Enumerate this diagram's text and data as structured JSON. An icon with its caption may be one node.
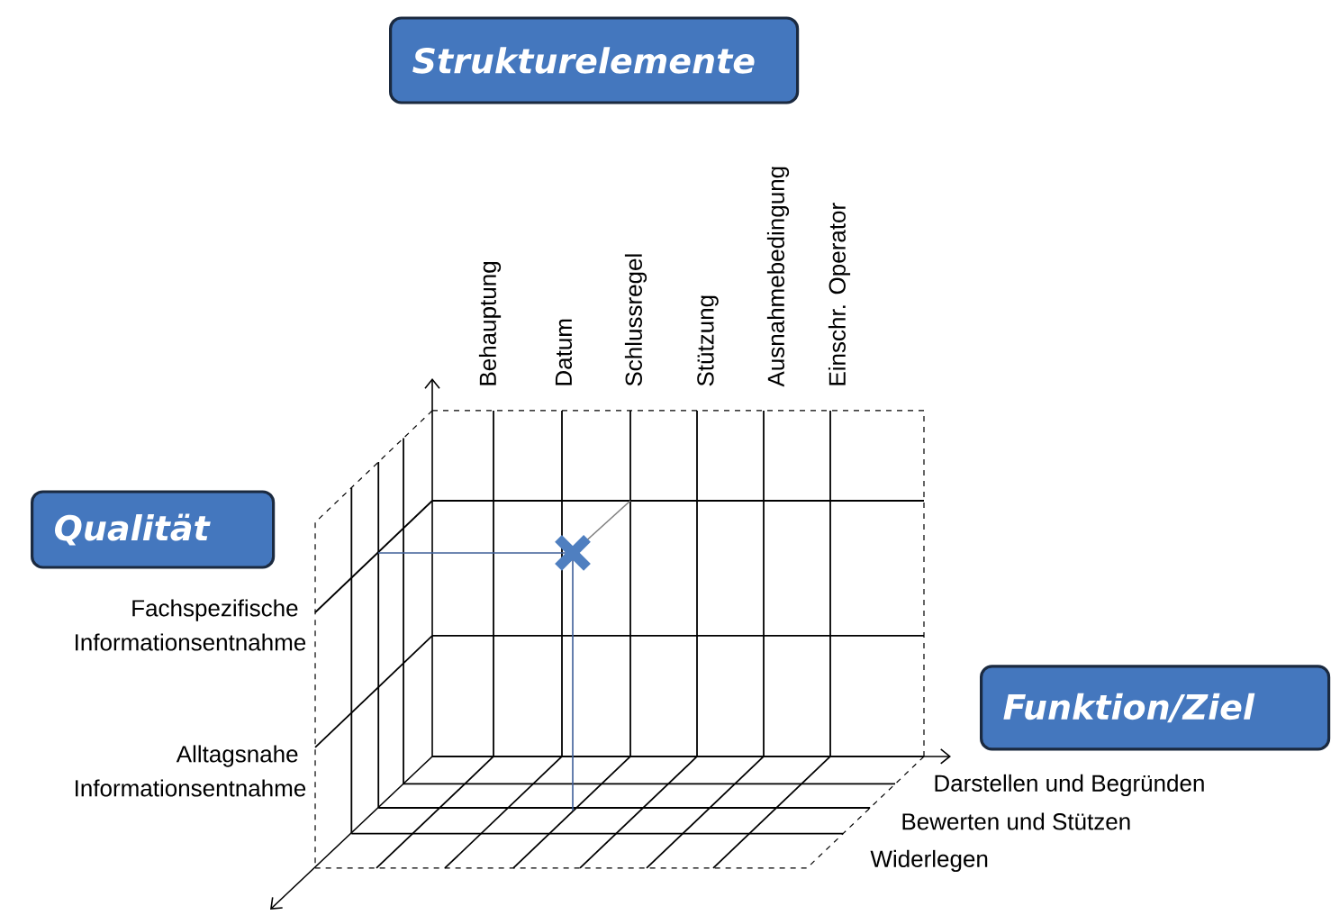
{
  "diagram": {
    "nodes": [
      {
        "text": [
          "Strukturelemente"
        ]
      },
      {
        "text": [
          "Qualität"
        ]
      },
      {
        "text": [
          "Funktion/Ziel"
        ]
      }
    ],
    "labels": [
      "Behauptung",
      "Datum",
      "Schlussregel",
      "Stützung",
      "Ausnahmebedingung",
      "Einschr. Operator",
      "Fachspezifische Informationsentnahme",
      "Alltagsnahe Informationsentnahme",
      "Darstellen und Begründen",
      "Bewerten und Stützen",
      "Widerlegen"
    ]
  }
}
